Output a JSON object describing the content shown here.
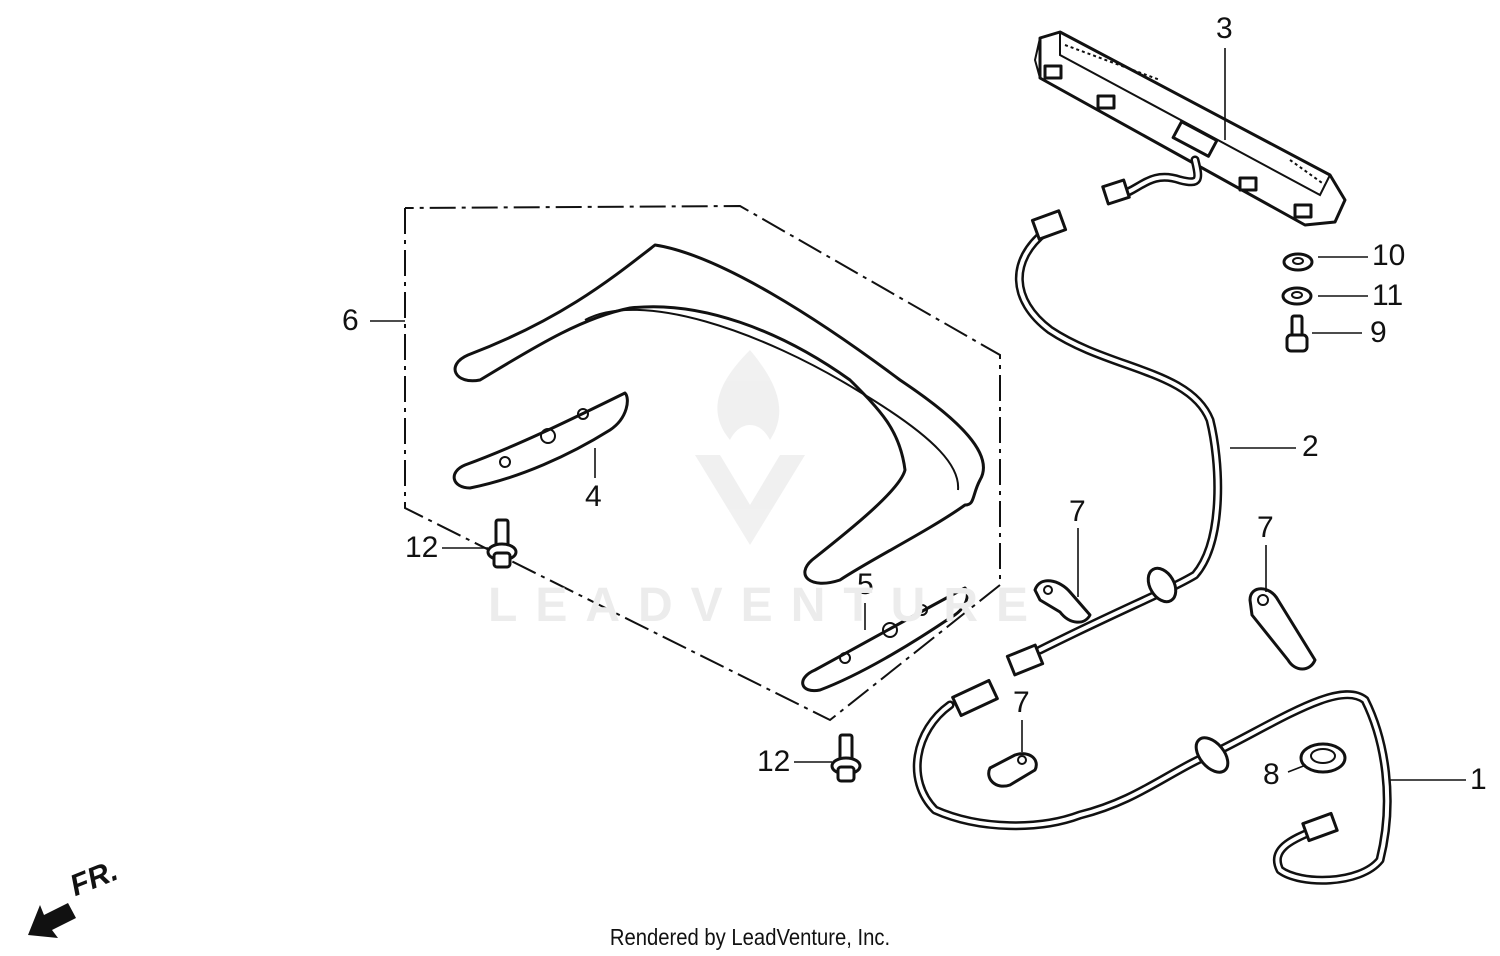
{
  "callouts": {
    "c1": "1",
    "c2": "2",
    "c3": "3",
    "c4": "4",
    "c5": "5",
    "c6": "6",
    "c7a": "7",
    "c7b": "7",
    "c7c": "7",
    "c8": "8",
    "c9": "9",
    "c10": "10",
    "c11": "11",
    "c12a": "12",
    "c12b": "12"
  },
  "direction_label": "FR.",
  "watermark": "LEADVENTURE",
  "footer": "Rendered by LeadVenture, Inc."
}
